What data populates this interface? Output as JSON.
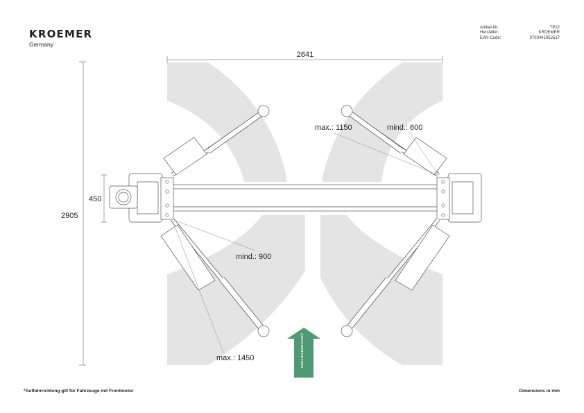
{
  "brand": {
    "name": "KROEMER",
    "sub": "Germany"
  },
  "meta": [
    {
      "label": "Artikel-Nr.:",
      "value": "TP22"
    },
    {
      "label": "Hersteller:",
      "value": "KROEMER"
    },
    {
      "label": "EAN-Code:",
      "value": "0703441952517"
    }
  ],
  "dimensions": {
    "width": "2641",
    "height": "2905",
    "column": "450"
  },
  "labels": {
    "max_upper": "max.: 1150",
    "min_upper": "mind.: 600",
    "min_lower": "mind.: 900",
    "max_lower": "max.: 1450"
  },
  "arrow_text": "AUFFAHRRICHTUNG",
  "footnote": "*Auffahrrichtung gilt für Fahrzeuge mit Frontmotor",
  "units_note": "Dimensions in mm",
  "colors": {
    "watermark": "#e4e4e4",
    "arrow": "#4f9a72",
    "line": "#555555"
  }
}
